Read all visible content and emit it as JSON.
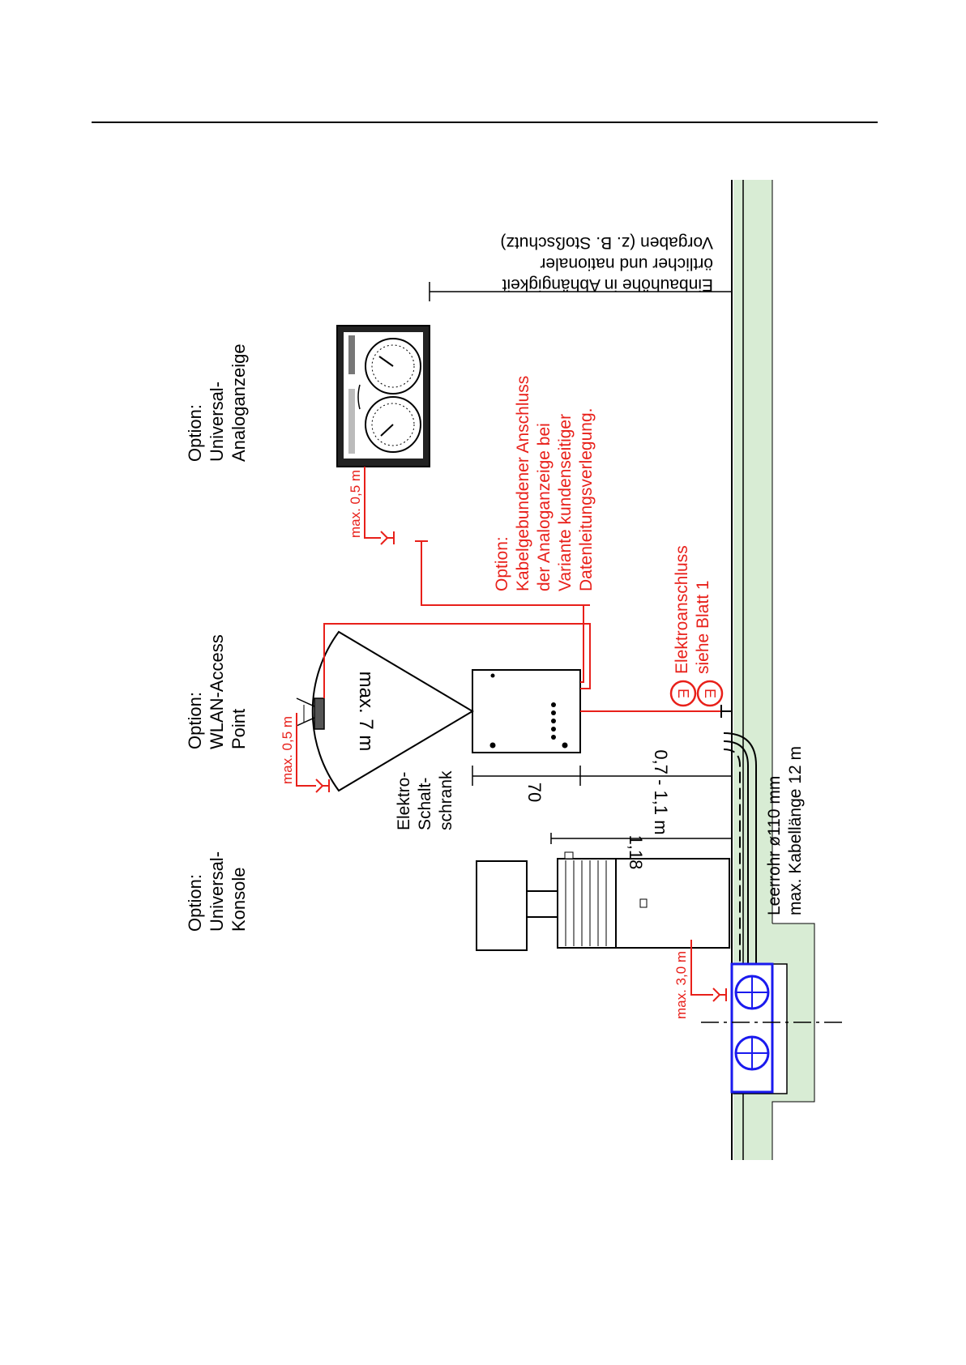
{
  "labels": {
    "option_konsole": [
      "Option:",
      "Universal-",
      "Konsole"
    ],
    "option_wlan": [
      "Option:",
      "WLAN-Access",
      "Point"
    ],
    "option_analog": [
      "Option:",
      "Universal-",
      "Analoganzeige"
    ],
    "einbauhoehe": [
      "Einbauhöhe in Abhängigkeit",
      "örtlicher und nationaler",
      "Vorgaben (z. B. Stoßschutz)"
    ],
    "option_kabel": [
      "Option:",
      "Kabelgebundener Anschluss",
      "der Analoganzeige bei",
      "Variante kundenseitiger",
      "Datenleitungsverlegung."
    ],
    "elektroanschluss": [
      "Elektroanschluss",
      "siehe Blatt 1"
    ],
    "schaltschrank": [
      "Elektro-",
      "Schalt-",
      "schrank"
    ],
    "leerrohr": [
      "Leerrohr ø110 mm",
      "max. Kabellänge 12 m"
    ],
    "dim_70": "70",
    "dim_height": "0,7 - 1,1 m",
    "dim_118": "1,18",
    "wlan_range": "max. 7 m",
    "max_05_a": "max. 0,5 m",
    "max_05_b": "max. 0,5 m",
    "max_30": "max. 3,0 m",
    "e_symbol": "E"
  },
  "colors": {
    "line": "#000000",
    "accent_red": "#e8201a",
    "ground_green": "#d8ecd4",
    "pit_blue": "#1a1aee",
    "paper": "#ffffff"
  }
}
